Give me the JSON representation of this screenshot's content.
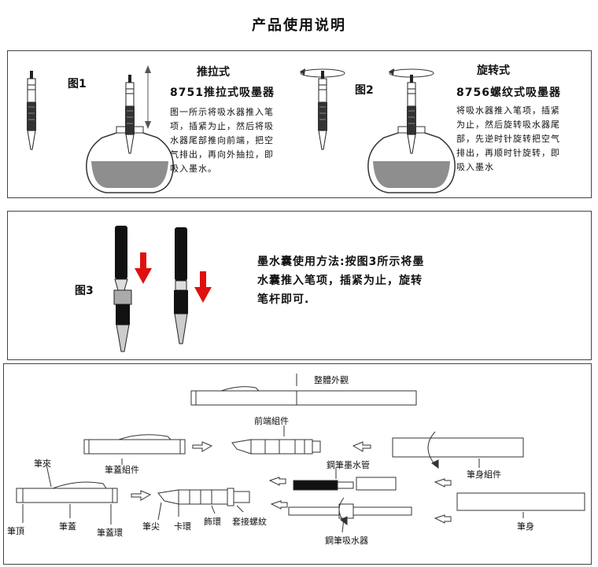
{
  "title": "产品使用说明",
  "section1": {
    "fig1": "图1",
    "fig2": "图2",
    "push_head": "推拉式",
    "push_sub": "8751推拉式吸墨器",
    "push_desc": [
      "图一所示将吸水器推入笔",
      "项，插紧为止，然后将吸",
      "水器尾部推向前端，把空",
      "气排出，再向外抽拉，即",
      "吸入墨水。"
    ],
    "twist_head": "旋转式",
    "twist_sub": "8756螺纹式吸墨器",
    "twist_desc": [
      "将吸水器推入笔项，插紧",
      "为止，然后旋转吸水器尾",
      "部，先逆时针旋转把空气",
      "排出，再顺时针旋转，即",
      "吸入墨水"
    ]
  },
  "section2": {
    "fig3": "图3",
    "desc": [
      "墨水囊使用方法:按图3所示将墨",
      "水囊推入笔项，插紧为止，旋转",
      "笔杆即可."
    ]
  },
  "section3": {
    "labels": {
      "whole": "整體外觀",
      "front": "前端組件",
      "cap_assembly": "筆蓋組件",
      "cartridge": "鋼筆墨水管",
      "barrel_assembly": "筆身組件",
      "clip": "筆夾",
      "cap_top": "筆頂",
      "cap": "筆蓋",
      "cap_ring": "筆蓋環",
      "nib": "筆尖",
      "clip_ring": "卡環",
      "deco_ring": "飾環",
      "thread": "套接螺紋",
      "converter": "鋼筆吸水器",
      "barrel": "筆身"
    }
  },
  "colors": {
    "ink": "#8e8e8e",
    "arrow": "#e01010",
    "border": "#444444"
  }
}
